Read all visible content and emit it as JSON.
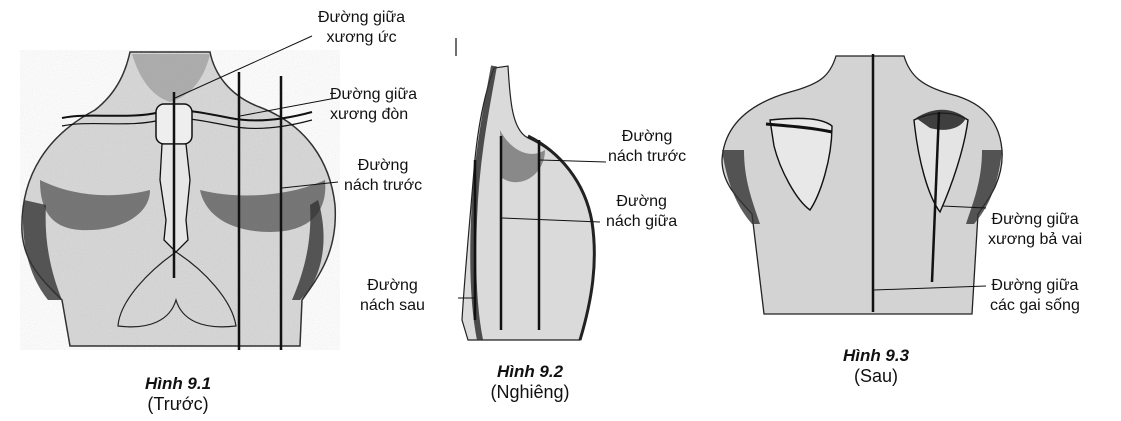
{
  "figures": [
    {
      "title": "Hình 9.1",
      "subtitle": "(Trước)",
      "labels": [
        {
          "lines": [
            "Đường giữa",
            "xương ức"
          ]
        },
        {
          "lines": [
            "Đường giữa",
            "xương đòn"
          ]
        },
        {
          "lines": [
            "Đường",
            "nách trước"
          ]
        }
      ]
    },
    {
      "title": "Hình 9.2",
      "subtitle": "(Nghiêng)",
      "labels": [
        {
          "lines": [
            "Đường",
            "nách trước"
          ]
        },
        {
          "lines": [
            "Đường",
            "nách giữa"
          ]
        },
        {
          "lines": [
            "Đường",
            "nách sau"
          ]
        }
      ]
    },
    {
      "title": "Hình 9.3",
      "subtitle": "(Sau)",
      "labels": [
        {
          "lines": [
            "Đường giữa",
            "xương bả vai"
          ]
        },
        {
          "lines": [
            "Đường giữa",
            "các gai sống"
          ]
        }
      ]
    }
  ]
}
